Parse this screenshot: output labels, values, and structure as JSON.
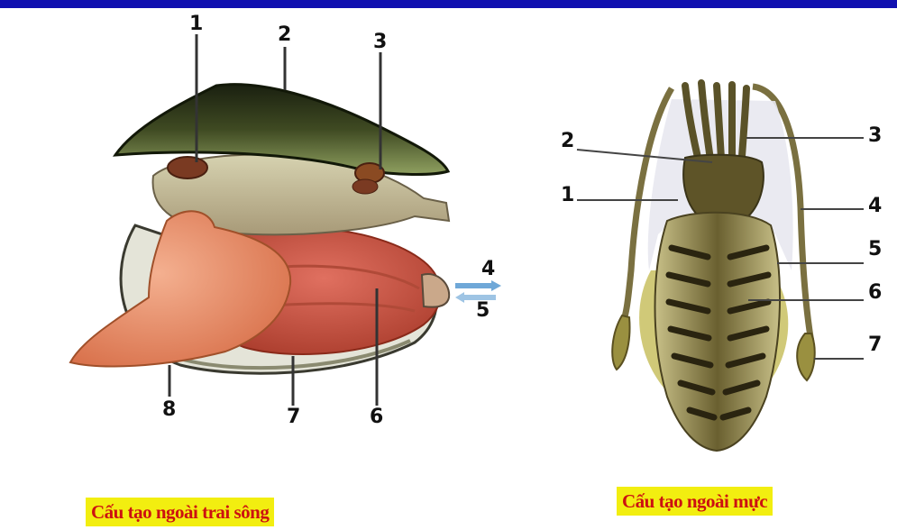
{
  "colors": {
    "top_bar": "#1010b0",
    "caption_bg": "#f2ee10",
    "caption_text": "#cc1111"
  },
  "mussel": {
    "caption": "Cấu tạo ngoài trai sông",
    "labels": [
      "1",
      "2",
      "3",
      "4",
      "5",
      "6",
      "7",
      "8"
    ]
  },
  "squid": {
    "caption": "Cấu tạo ngoài mực",
    "labels": [
      "1",
      "2",
      "3",
      "4",
      "5",
      "6",
      "7"
    ]
  }
}
